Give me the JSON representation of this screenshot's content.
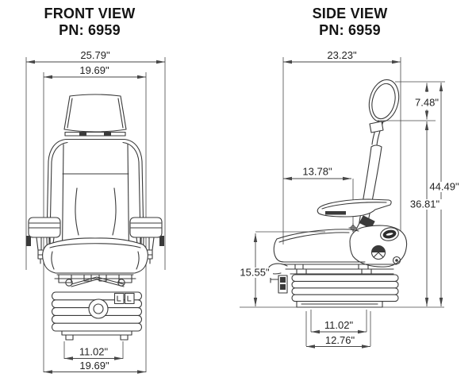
{
  "front_view": {
    "title": "FRONT VIEW",
    "part_number": "PN: 6959",
    "dims": {
      "overall_width": "25.79\"",
      "backrest_width": "19.69\"",
      "base_width": "11.02\"",
      "lower_width": "19.69\""
    }
  },
  "side_view": {
    "title": "SIDE VIEW",
    "part_number": "PN: 6959",
    "dims": {
      "overall_depth": "23.23\"",
      "headrest_height": "7.48\"",
      "cushion_depth": "13.78\"",
      "overall_height": "44.49\"",
      "backrest_height": "36.81\"",
      "seat_height": "15.55\"",
      "base_width": "11.02\"",
      "base_depth": "12.76\""
    }
  },
  "colors": {
    "line": "#3a3a3a",
    "dimension": "#474747",
    "text": "#141414",
    "background": "#ffffff"
  }
}
